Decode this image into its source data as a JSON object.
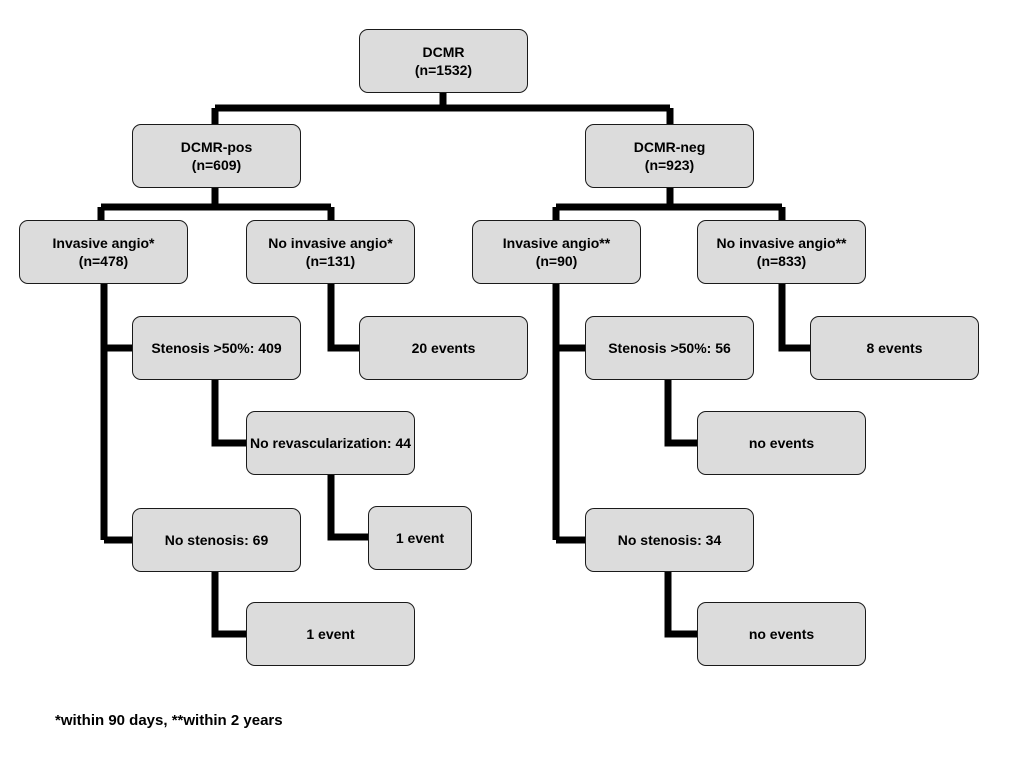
{
  "nodes": {
    "root": {
      "line1": "DCMR",
      "line2": "(n=1532)"
    },
    "pos": {
      "line1": "DCMR-pos",
      "line2": "(n=609)"
    },
    "neg": {
      "line1": "DCMR-neg",
      "line2": "(n=923)"
    },
    "pos_angio": {
      "line1": "Invasive angio*",
      "line2": "(n=478)"
    },
    "pos_no_angio": {
      "line1": "No invasive angio*",
      "line2": "(n=131)"
    },
    "neg_angio": {
      "line1": "Invasive angio**",
      "line2": "(n=90)"
    },
    "neg_no_angio": {
      "line1": "No invasive angio**",
      "line2": "(n=833)"
    },
    "pos_stenosis": {
      "label": "Stenosis >50%: 409"
    },
    "pos_no_angio_events": {
      "label": "20 events"
    },
    "pos_no_revasc": {
      "label": "No revascularization: 44"
    },
    "pos_no_revasc_events": {
      "label": "1 event"
    },
    "pos_no_stenosis": {
      "label": "No stenosis: 69"
    },
    "pos_no_stenosis_events": {
      "label": "1 event"
    },
    "neg_stenosis": {
      "label": "Stenosis >50%: 56"
    },
    "neg_stenosis_events": {
      "label": "no events"
    },
    "neg_no_angio_events": {
      "label": "8 events"
    },
    "neg_no_stenosis": {
      "label": "No stenosis: 34"
    },
    "neg_no_stenosis_events": {
      "label": "no events"
    }
  },
  "footnote": "*within 90 days, **within 2 years"
}
